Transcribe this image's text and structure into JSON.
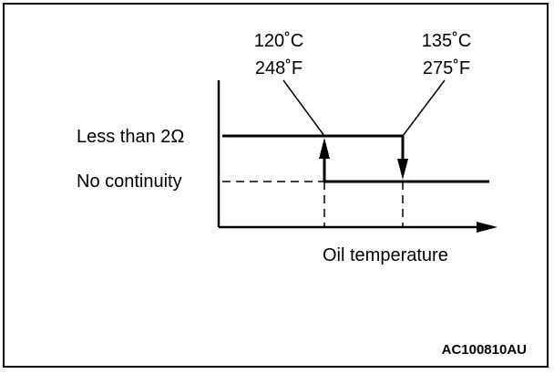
{
  "diagram": {
    "low_threshold": {
      "celsius": "120˚C",
      "fahrenheit": "248˚F"
    },
    "high_threshold": {
      "celsius": "135˚C",
      "fahrenheit": "275˚F"
    },
    "upper_state_label": "Less than 2Ω",
    "lower_state_label": "No continuity",
    "x_axis_label": "Oil temperature",
    "figure_code": "AC100810AU",
    "colors": {
      "ink": "#000000",
      "background": "#ffffff"
    }
  }
}
